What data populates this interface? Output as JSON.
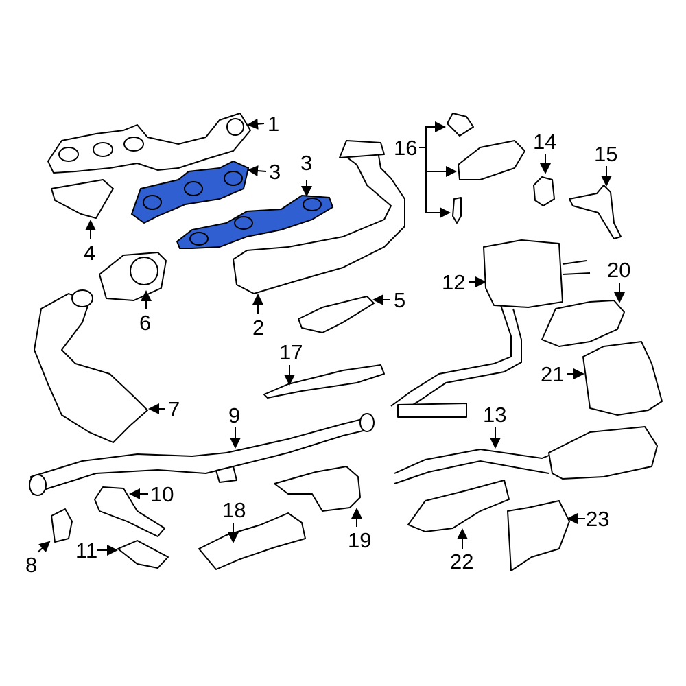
{
  "diagram": {
    "highlight_color": "#2f5fd0",
    "callouts": [
      {
        "id": "1",
        "label": "1"
      },
      {
        "id": "2",
        "label": "2"
      },
      {
        "id": "3a",
        "label": "3"
      },
      {
        "id": "3b",
        "label": "3"
      },
      {
        "id": "4",
        "label": "4"
      },
      {
        "id": "5",
        "label": "5"
      },
      {
        "id": "6",
        "label": "6"
      },
      {
        "id": "7",
        "label": "7"
      },
      {
        "id": "8",
        "label": "8"
      },
      {
        "id": "9",
        "label": "9"
      },
      {
        "id": "10",
        "label": "10"
      },
      {
        "id": "11",
        "label": "11"
      },
      {
        "id": "12",
        "label": "12"
      },
      {
        "id": "13",
        "label": "13"
      },
      {
        "id": "14",
        "label": "14"
      },
      {
        "id": "15",
        "label": "15"
      },
      {
        "id": "16",
        "label": "16"
      },
      {
        "id": "17",
        "label": "17"
      },
      {
        "id": "18",
        "label": "18"
      },
      {
        "id": "19",
        "label": "19"
      },
      {
        "id": "20",
        "label": "20"
      },
      {
        "id": "21",
        "label": "21"
      },
      {
        "id": "22",
        "label": "22"
      },
      {
        "id": "23",
        "label": "23"
      }
    ]
  }
}
